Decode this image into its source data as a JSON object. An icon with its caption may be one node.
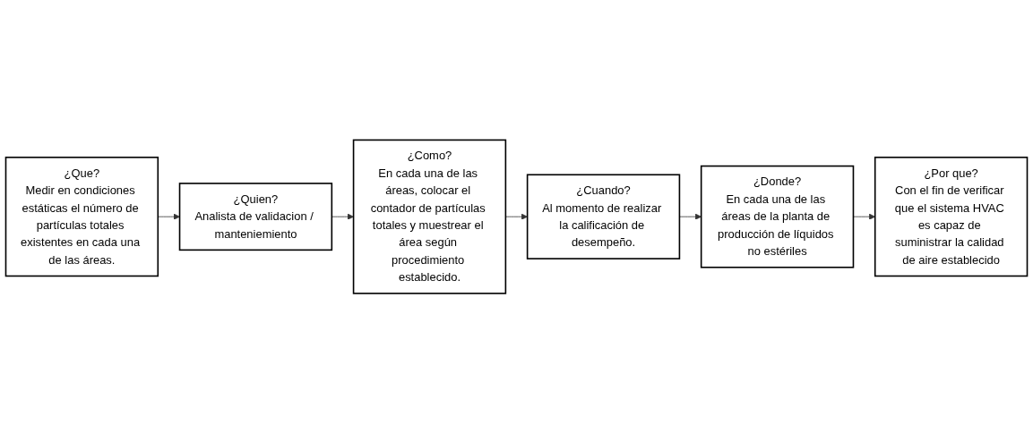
{
  "diagram": {
    "nodes": [
      {
        "text": [
          "¿Que?",
          "Medir en condiciones estáticas el número de partículas totales existentes en cada una de las áreas."
        ]
      },
      {
        "text": [
          "¿Quien?",
          "Analista de validacion / manteniemiento"
        ]
      },
      {
        "text": [
          "¿Como?",
          "En cada una de las áreas, colocar el contador de partículas totales y muestrear el área según procedimiento establecido."
        ]
      },
      {
        "text": [
          "¿Cuando?",
          "Al momento de realizar la calificación de desempeño."
        ]
      },
      {
        "text": [
          "¿Donde?",
          "En cada una de las áreas de la planta de producción de líquidos no estériles"
        ]
      },
      {
        "text": [
          "¿Por que?",
          "Con el fin de verificar que el sistema HVAC es capaz de suministrar la calidad de aire establecido"
        ]
      }
    ],
    "edges": [
      {
        "from": 0,
        "to": 1,
        "arrow": "to"
      },
      {
        "from": 1,
        "to": 2,
        "arrow": "to"
      },
      {
        "from": 2,
        "to": 3,
        "arrow": "to"
      },
      {
        "from": 3,
        "to": 4,
        "arrow": "to"
      },
      {
        "from": 4,
        "to": 5,
        "arrow": "to"
      }
    ]
  }
}
